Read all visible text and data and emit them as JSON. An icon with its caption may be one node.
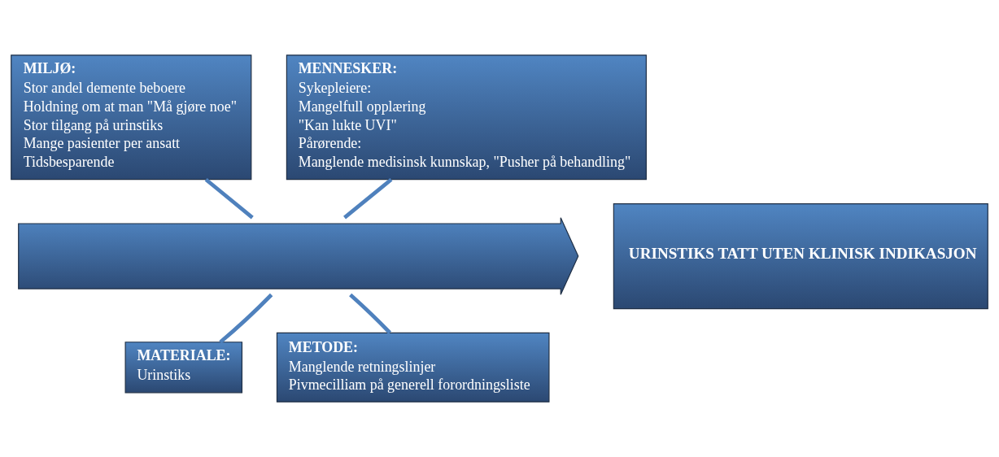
{
  "diagram": {
    "nodes": [
      {
        "text": [
          "MILJØ:",
          "Stor andel demente beboere",
          "Holdning om at man \"Må gjøre noe\"",
          "Stor tilgang på urinstiks",
          "Mange pasienter per ansatt",
          "Tidsbesparende"
        ]
      },
      {
        "text": [
          "MENNESKER:",
          "Sykepleiere:",
          "Mangelfull opplæring",
          "\"Kan lukte UVI\"",
          "Pårørende:",
          "Manglende medisinsk kunnskap, \"Pusher på behandling\""
        ]
      },
      {
        "text": [
          "MATERIALE:",
          "Urinstiks"
        ]
      },
      {
        "text": [
          "METODE:",
          "Manglende retningslinjer",
          "Pivmecilliam på generell forordningsliste"
        ]
      },
      {
        "text": [],
        "shape": "arrow"
      },
      {
        "text": [
          "URINSTIKS TATT UTEN KLINISK INDIKASJON"
        ]
      }
    ],
    "edges": [
      {
        "from": 0,
        "to": 4,
        "arrow": "none"
      },
      {
        "from": 1,
        "to": 4,
        "arrow": "none"
      },
      {
        "from": 2,
        "to": 4,
        "arrow": "none"
      },
      {
        "from": 3,
        "to": 4,
        "arrow": "none"
      }
    ]
  }
}
